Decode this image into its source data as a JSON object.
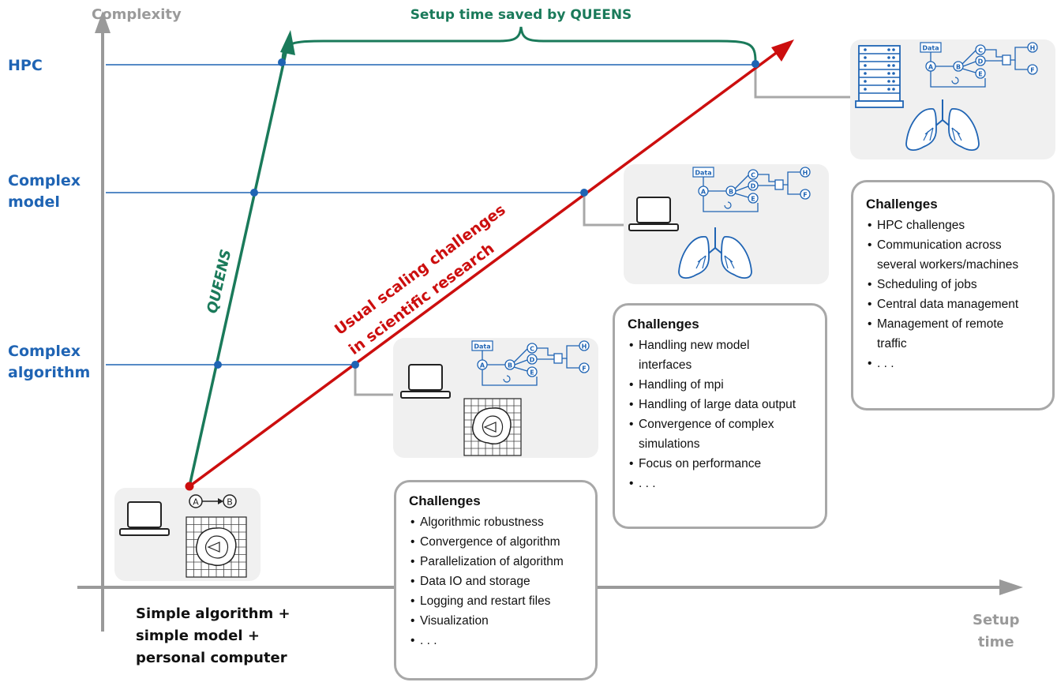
{
  "axes": {
    "y_title": "Complexity",
    "x_title_line1": "Setup",
    "x_title_line2": "time"
  },
  "levels": {
    "hpc": "HPC",
    "complex_model_1": "Complex",
    "complex_model_2": "model",
    "complex_algorithm_1": "Complex",
    "complex_algorithm_2": "algorithm"
  },
  "bottom_label": {
    "line1": "Simple algorithm +",
    "line2": "simple model +",
    "line3": "personal computer"
  },
  "annotations": {
    "brace_label": "Setup time saved by QUEENS",
    "queens_label": "QUEENS",
    "usual_line1": "Usual scaling challenges",
    "usual_line2": "in scientific research"
  },
  "colors": {
    "axis": "#9a9a9a",
    "level_line": "#1f64b4",
    "queens": "#1a7a5a",
    "usual": "#cc0e0e",
    "tile": "#f0f0f0",
    "box_border": "#a8a8a8"
  },
  "icons": {
    "node_a": "A",
    "node_b": "B",
    "node_c": "C",
    "node_d": "D",
    "node_e": "E",
    "node_f": "F",
    "node_h": "H",
    "data_label": "Data"
  },
  "challenges_algorithm": {
    "title": "Challenges",
    "items": [
      "Algorithmic robustness",
      "Convergence of algorithm",
      "Parallelization of algorithm",
      "Data IO and storage",
      "Logging and restart files",
      "Visualization",
      ". . ."
    ]
  },
  "challenges_model": {
    "title": "Challenges",
    "items": [
      "Handling new model",
      "interfaces",
      "Handling of mpi",
      "Handling of large data output",
      "Convergence of complex",
      "simulations",
      "Focus on performance",
      ". . ."
    ]
  },
  "challenges_hpc": {
    "title": "Challenges",
    "items": [
      "HPC challenges",
      "Communication across",
      "several workers/machines",
      "Scheduling of jobs",
      "Central data management",
      "Management of remote",
      "traffic",
      ". . ."
    ]
  }
}
